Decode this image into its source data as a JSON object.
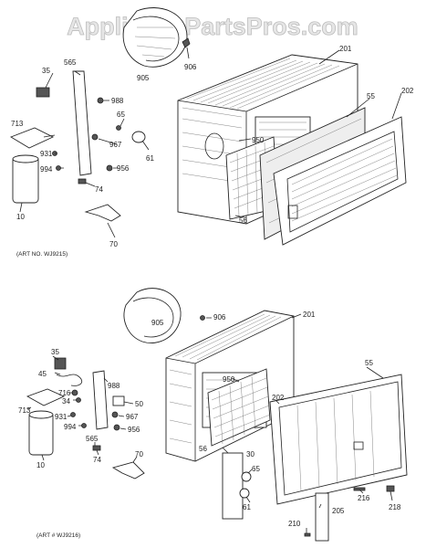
{
  "watermark": "AppliancePartsPros.com",
  "upper": {
    "art_number": "(ART NO. WJ9215)",
    "labels": {
      "p905": "905",
      "p906": "906",
      "p201": "201",
      "p55": "55",
      "p202": "202",
      "p35": "35",
      "p565": "565",
      "p988": "988",
      "p65": "65",
      "p713": "713",
      "p967": "967",
      "p61": "61",
      "p931": "931",
      "p994": "994",
      "p956": "956",
      "p74": "74",
      "p10": "10",
      "p70": "70",
      "p950": "950",
      "p56": "56"
    }
  },
  "lower": {
    "art_number": "(ART # WJ9216)",
    "labels": {
      "p905": "905",
      "p906": "906",
      "p201": "201",
      "p55": "55",
      "p35": "35",
      "p988": "988",
      "p45": "45",
      "p950": "950",
      "p716": "716",
      "p34": "34",
      "p713": "713",
      "p50": "50",
      "p931": "931",
      "p967": "967",
      "p994": "994",
      "p956": "956",
      "p10": "10",
      "p565": "565",
      "p74": "74",
      "p70": "70",
      "p202": "202",
      "p56": "56",
      "p30": "30",
      "p65": "65",
      "p61": "61",
      "p216": "216",
      "p218": "218",
      "p205": "205",
      "p210": "210"
    }
  }
}
